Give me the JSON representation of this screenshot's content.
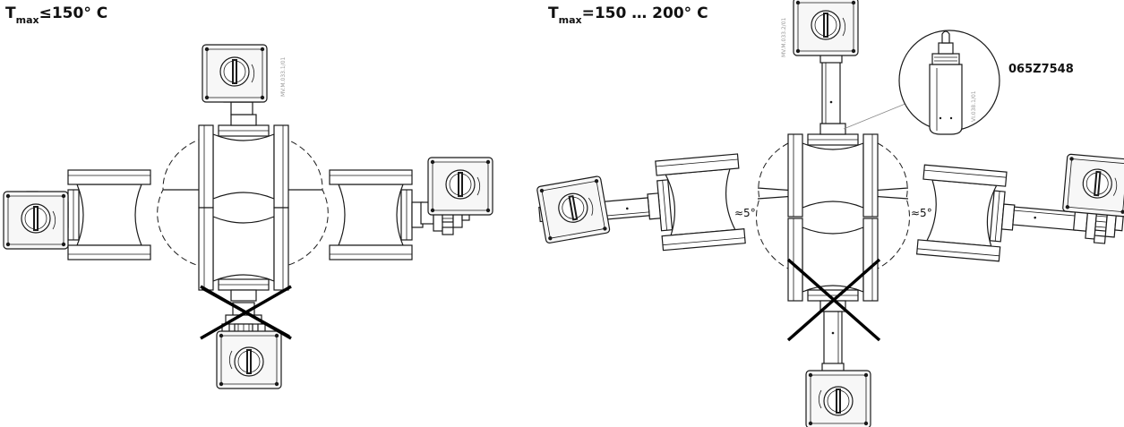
{
  "panels": [
    {
      "title_prefix": "T",
      "title_sub": "max",
      "title_suffix": "≤150° C",
      "drawing_code": "MV.M.033.1/01"
    },
    {
      "title_prefix": "T",
      "title_sub": "max",
      "title_suffix": "=150 … 200° C",
      "drawing_code": "MV.M.033.2/01",
      "tilt_left": "≈5°",
      "tilt_right": "≈5°",
      "accessory_part_number": "065Z7548",
      "accessory_code": "VI.038.1/01"
    }
  ]
}
